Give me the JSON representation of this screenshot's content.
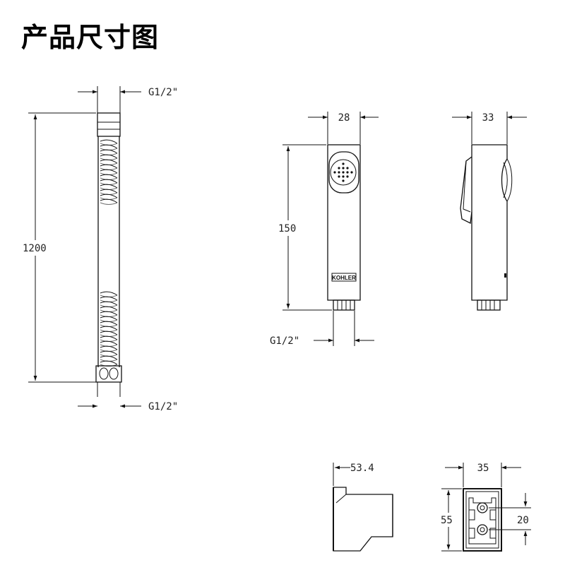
{
  "title": "产品尺寸图",
  "brand": "KOHLER",
  "hose": {
    "top_thread": "G1/2\"",
    "length": "1200",
    "bottom_thread": "G1/2\""
  },
  "sprayer": {
    "width": "28",
    "height": "150",
    "thread": "G1/2\"",
    "depth": "33"
  },
  "holder": {
    "depth": "53.4",
    "width": "35",
    "height": "55",
    "hole_spacing": "20"
  }
}
